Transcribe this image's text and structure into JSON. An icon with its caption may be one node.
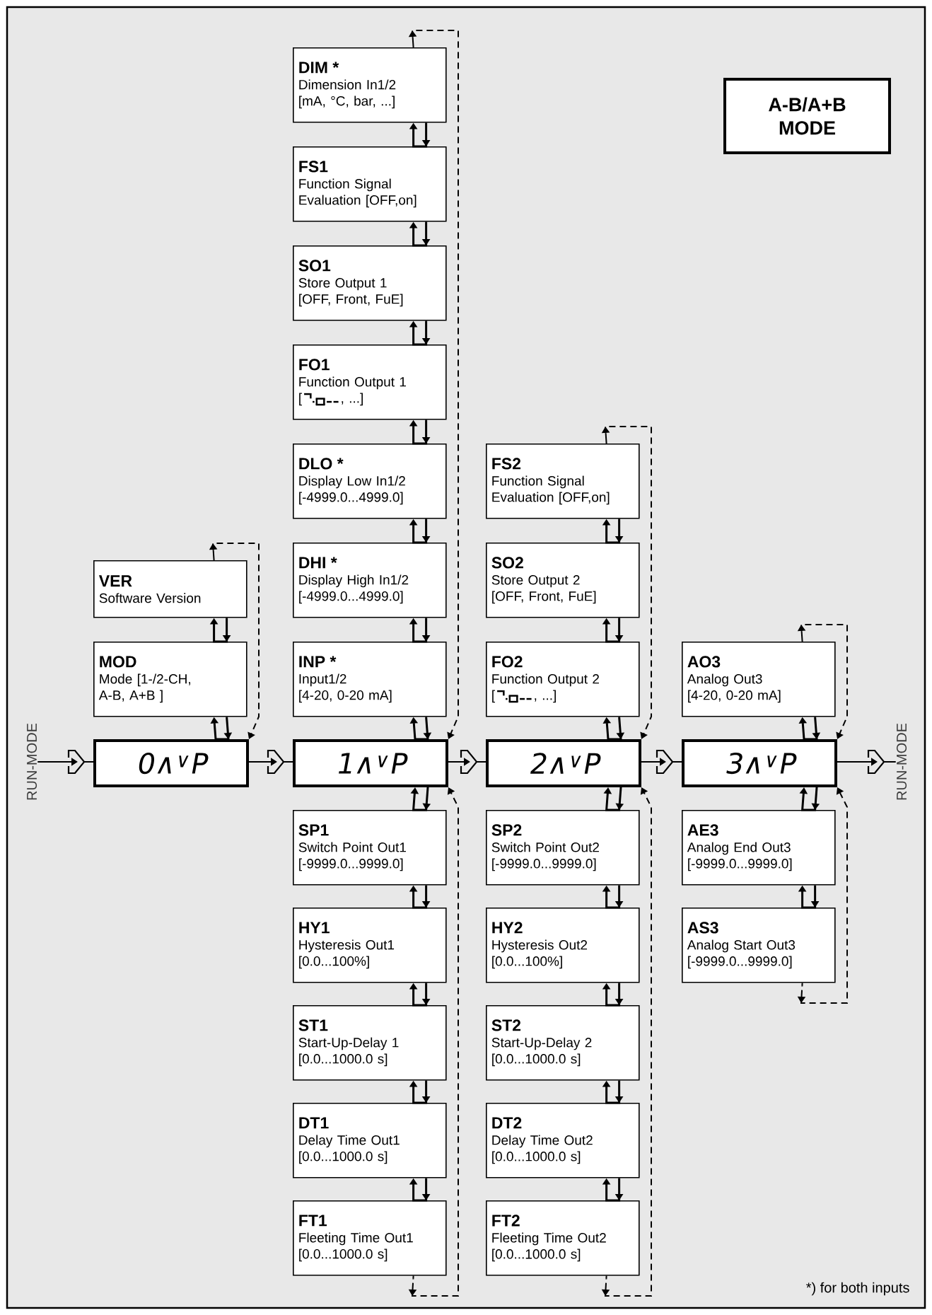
{
  "diagram": {
    "nodes": [
      {
        "text": [
          "RUN-MODE"
        ]
      },
      {
        "text": [
          "VER",
          "Software Version"
        ]
      },
      {
        "text": [
          "MOD",
          "Mode [1-/2-CH,",
          "A-B, A+B ]"
        ]
      },
      {
        "text": [
          "0∧$^{∨}$P"
        ]
      },
      {
        "text": [
          "DIM *",
          "Dimension In1/2",
          "[mA, °C, bar, ...]"
        ]
      },
      {
        "text": [
          "FS1",
          "Function Signal",
          "Evaluation [OFF,on]"
        ]
      },
      {
        "text": [
          "SO1",
          "Store Output 1",
          "[OFF, Front, FuE]"
        ]
      },
      {
        "text": [
          "FO1",
          "Function Output 1",
          "[",
          ", ...]"
        ]
      },
      {
        "text": [
          "DLO *",
          "Display Low In1/2",
          "[-4999.0...4999.0]"
        ]
      },
      {
        "text": [
          "DHI *",
          "Display High In1/2",
          "[-4999.0...4999.0]"
        ]
      },
      {
        "text": [
          "INP *",
          "Input1/2",
          "[4-20, 0-20 mA]"
        ]
      },
      {
        "text": [
          "1∧$^{∨}$P"
        ]
      },
      {
        "text": [
          "SP1",
          "Switch Point Out1",
          "[-9999.0...9999.0]"
        ]
      },
      {
        "text": [
          "HY1",
          "Hysteresis Out1",
          "[0.0...100%]"
        ]
      },
      {
        "text": [
          "ST1",
          "Start-Up-Delay 1",
          "[0.0...1000.0 s]"
        ]
      },
      {
        "text": [
          "DT1",
          "Delay Time Out1",
          "[0.0...1000.0 s]"
        ]
      },
      {
        "text": [
          "FT1",
          "Fleeting Time Out1",
          "[0.0...1000.0 s]"
        ]
      },
      {
        "text": [
          "FS2",
          "Function Signal",
          "Evaluation [OFF,on]"
        ]
      },
      {
        "text": [
          "SO2",
          "Store Output 2",
          "[OFF, Front, FuE]"
        ]
      },
      {
        "text": [
          "FO2",
          "Function Output 2",
          "[",
          ", ...]"
        ]
      },
      {
        "text": [
          "2∧$^{∨}$P"
        ]
      },
      {
        "text": [
          "SP2",
          "Switch Point Out2",
          "[-9999.0...9999.0]"
        ]
      },
      {
        "text": [
          "HY2",
          "Hysteresis Out2",
          "[0.0...100%]"
        ]
      },
      {
        "text": [
          "ST2",
          "Start-Up-Delay 2",
          "[0.0...1000.0 s]"
        ]
      },
      {
        "text": [
          "DT2",
          "Delay Time Out2",
          "[0.0...1000.0 s]"
        ]
      },
      {
        "text": [
          "FT2",
          "Fleeting Time Out2",
          "[0.0...1000.0 s]"
        ]
      },
      {
        "text": [
          "AO3",
          "Analog Out3",
          "[4-20, 0-20 mA]"
        ]
      },
      {
        "text": [
          "3∧$^{∨}$P"
        ]
      },
      {
        "text": [
          "AE3",
          "Analog End Out3",
          "[-9999.0...9999.0]"
        ]
      },
      {
        "text": [
          "AS3",
          "Analog Start Out3",
          "[-9999.0...9999.0]"
        ]
      },
      {
        "text": [
          "RUN-MODE"
        ]
      },
      {
        "text": [
          "A-B/A+B MODE"
        ]
      }
    ],
    "edges": [
      {
        "from": 0,
        "to": 3,
        "arrow": "to"
      },
      {
        "from": 3,
        "to": 11,
        "arrow": "to"
      },
      {
        "from": 11,
        "to": 20,
        "arrow": "to"
      },
      {
        "from": 20,
        "to": 27,
        "arrow": "to"
      },
      {
        "from": 27,
        "to": 30,
        "arrow": "to"
      },
      {
        "from": 1,
        "to": 2,
        "arrow": "both"
      },
      {
        "from": 2,
        "to": 3,
        "arrow": "both"
      },
      {
        "from": 1,
        "to": 3,
        "arrow": "both",
        "style": "dashed"
      },
      {
        "from": 4,
        "to": 5,
        "arrow": "both"
      },
      {
        "from": 5,
        "to": 6,
        "arrow": "both"
      },
      {
        "from": 6,
        "to": 7,
        "arrow": "both"
      },
      {
        "from": 7,
        "to": 8,
        "arrow": "both"
      },
      {
        "from": 8,
        "to": 9,
        "arrow": "both"
      },
      {
        "from": 9,
        "to": 10,
        "arrow": "both"
      },
      {
        "from": 10,
        "to": 11,
        "arrow": "both"
      },
      {
        "from": 11,
        "to": 12,
        "arrow": "both"
      },
      {
        "from": 12,
        "to": 13,
        "arrow": "both"
      },
      {
        "from": 13,
        "to": 14,
        "arrow": "both"
      },
      {
        "from": 14,
        "to": 15,
        "arrow": "both"
      },
      {
        "from": 15,
        "to": 16,
        "arrow": "both"
      },
      {
        "from": 4,
        "to": 11,
        "arrow": "both",
        "style": "dashed"
      },
      {
        "from": 16,
        "to": 11,
        "arrow": "both",
        "style": "dashed"
      },
      {
        "from": 17,
        "to": 18,
        "arrow": "both"
      },
      {
        "from": 18,
        "to": 19,
        "arrow": "both"
      },
      {
        "from": 19,
        "to": 20,
        "arrow": "both"
      },
      {
        "from": 20,
        "to": 21,
        "arrow": "both"
      },
      {
        "from": 21,
        "to": 22,
        "arrow": "both"
      },
      {
        "from": 22,
        "to": 23,
        "arrow": "both"
      },
      {
        "from": 23,
        "to": 24,
        "arrow": "both"
      },
      {
        "from": 24,
        "to": 25,
        "arrow": "both"
      },
      {
        "from": 17,
        "to": 20,
        "arrow": "both",
        "style": "dashed"
      },
      {
        "from": 25,
        "to": 20,
        "arrow": "both",
        "style": "dashed"
      },
      {
        "from": 26,
        "to": 27,
        "arrow": "both"
      },
      {
        "from": 27,
        "to": 28,
        "arrow": "both"
      },
      {
        "from": 28,
        "to": 29,
        "arrow": "both"
      },
      {
        "from": 26,
        "to": 27,
        "arrow": "both",
        "style": "dashed"
      },
      {
        "from": 29,
        "to": 27,
        "arrow": "both",
        "style": "dashed"
      }
    ],
    "labels": [
      "*) for both inputs"
    ]
  }
}
